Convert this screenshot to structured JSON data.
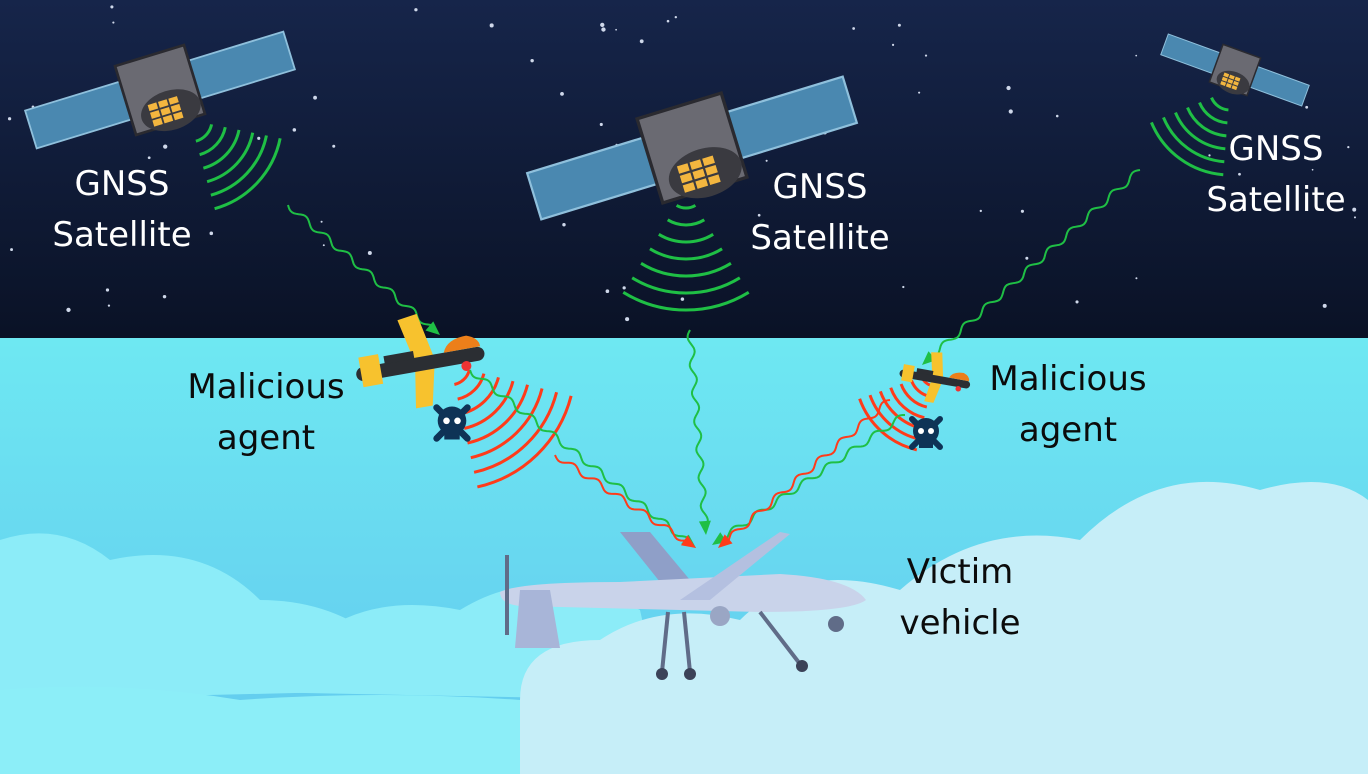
{
  "labels": {
    "satellite_left": [
      "GNSS",
      "Satellite"
    ],
    "satellite_center": [
      "GNSS",
      "Satellite"
    ],
    "satellite_right": [
      "GNSS",
      "Satellite"
    ],
    "agent_left": [
      "Malicious",
      "agent"
    ],
    "agent_right": [
      "Malicious",
      "agent"
    ],
    "victim": [
      "Victim",
      "vehicle"
    ]
  },
  "colors": {
    "sky_top": "#16254a",
    "sky_bottom": "#0a1226",
    "lower_top": "#6ee8f2",
    "lower_bottom": "#62c8ee",
    "cloud": "#c6eef8",
    "cloud_back": "#8cecf8",
    "genuine_signal": "#1fbf45",
    "spoof_signal": "#ff3b1a",
    "panel": "#4a88b0",
    "antenna": "#f3b63f",
    "skull": "#0e3356",
    "agent_wing": "#f7c22e"
  },
  "icons": [
    "satellite-icon",
    "drone-icon",
    "skull-icon",
    "uav-icon",
    "star-icon"
  ]
}
